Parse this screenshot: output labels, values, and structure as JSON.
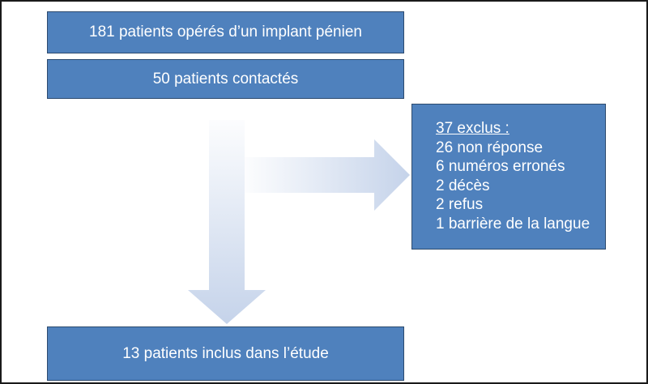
{
  "flow": {
    "box_top": "181 patients opérés d’un implant pénien",
    "box_contacted": "50 patients contactés",
    "excluded": {
      "title": "37 exclus :",
      "items": [
        "26 non réponse",
        "6 numéros erronés",
        "2 décès",
        "2 refus",
        "1 barrière de la langue"
      ]
    },
    "box_included": "13 patients inclus dans l’étude"
  },
  "colors": {
    "box_fill": "#4f81bd",
    "box_border": "#2c4a6e",
    "arrow_fill": "#c5d3ea"
  }
}
